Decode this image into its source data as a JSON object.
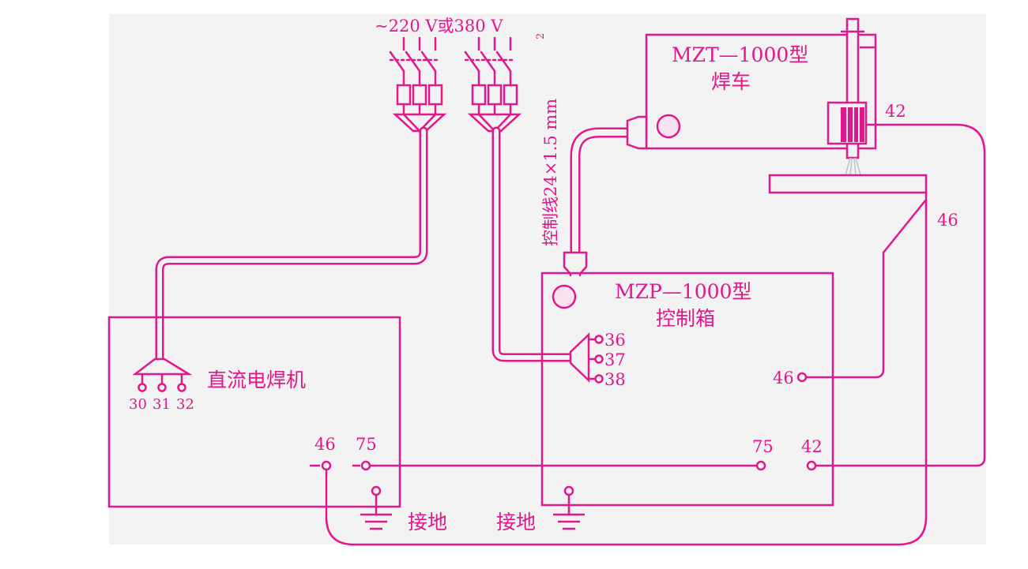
{
  "colors": {
    "line": "#e0188c",
    "panel": "#f2f2f2",
    "bg": "#ffffff",
    "electrode_tip": "#cfd8d8"
  },
  "supply": {
    "voltage_label": "~220 V或380 V",
    "cable_label": "控制线24×1.5 mm",
    "cable_superscript": "2"
  },
  "welding_carriage": {
    "model": "MZT—1000型",
    "name": "焊车",
    "terminal_label": "42"
  },
  "workpiece": {
    "terminal_label": "46"
  },
  "control_box": {
    "model": "MZP—1000型",
    "name": "控制箱",
    "input_terminals": [
      "36",
      "37",
      "38"
    ],
    "terminal_46": "46",
    "terminal_75": "75",
    "terminal_42": "42",
    "ground_label": "接地"
  },
  "welding_machine": {
    "name": "直流电焊机",
    "input_terminals": [
      "30",
      "31",
      "32"
    ],
    "terminal_46": "46",
    "terminal_75": "75",
    "ground_label": "接地"
  }
}
